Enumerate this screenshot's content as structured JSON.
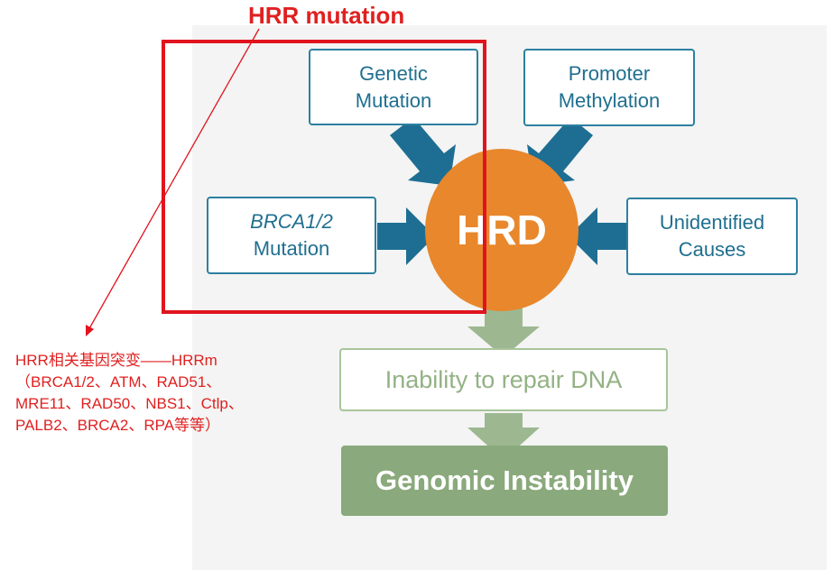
{
  "title": "HRR mutation",
  "nodes": {
    "genetic": [
      "Genetic",
      "Mutation"
    ],
    "promoter": [
      "Promoter",
      "Methylation"
    ],
    "brca": [
      "BRCA1/2",
      "Mutation"
    ],
    "unidentified": [
      "Unidentified",
      "Causes"
    ],
    "hrd": "HRD",
    "inability": "Inability to repair DNA",
    "genomic": "Genomic Instability"
  },
  "annotation": [
    "HRR相关基因突变——HRRm",
    "（BRCA1/2、ATM、RAD51、",
    "MRE11、RAD50、NBS1、Ctlp、",
    "PALB2、BRCA2、RPA等等）"
  ],
  "colors": {
    "blue": "#1f6f8f",
    "arrow_blue": "#1e6e93",
    "orange": "#e8872c",
    "green": "#8aa97c",
    "light_green": "#a9c49a",
    "red": "#e0141e"
  }
}
